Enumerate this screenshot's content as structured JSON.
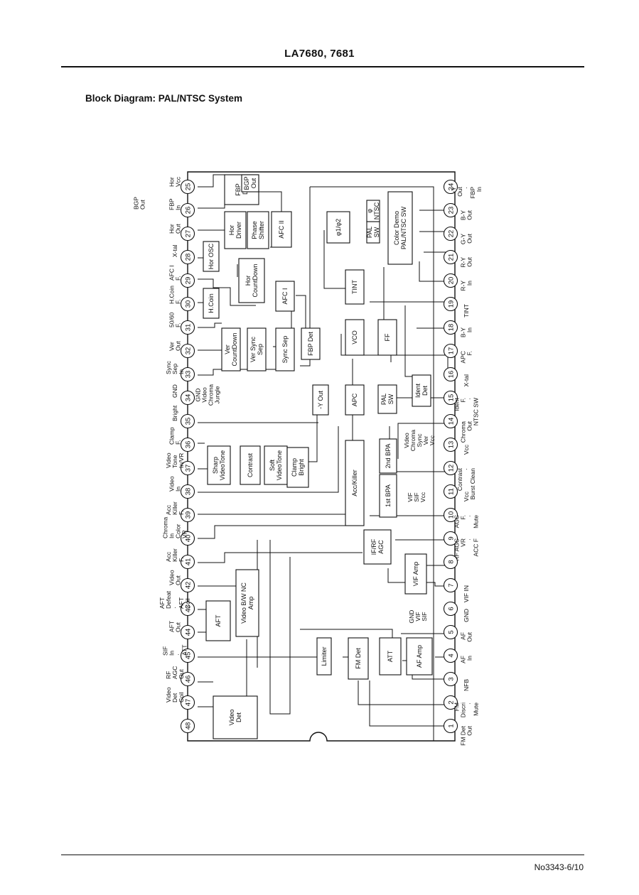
{
  "header": {
    "title": "LA7680, 7681"
  },
  "subtitle": "Block Diagram: PAL/NTSC System",
  "footer": {
    "doc_no": "No3343-6/10"
  },
  "blocks": [
    {
      "id": "fbp-det",
      "lines": [
        "FBP",
        "Det"
      ]
    },
    {
      "id": "bgp-out",
      "lines": [
        "BGP",
        "Out"
      ]
    },
    {
      "id": "hor-driver",
      "lines": [
        "Hor",
        "Driver"
      ]
    },
    {
      "id": "phase-shifter",
      "lines": [
        "Phase",
        "Shifter"
      ]
    },
    {
      "id": "afc2",
      "lines": [
        "AFC II"
      ]
    },
    {
      "id": "hor-osc",
      "lines": [
        "Hor OSC"
      ]
    },
    {
      "id": "hor-countdown",
      "lines": [
        "Hor",
        "CountDown"
      ]
    },
    {
      "id": "h-coin",
      "lines": [
        "H.Coin"
      ]
    },
    {
      "id": "afc1",
      "lines": [
        "AFC I"
      ]
    },
    {
      "id": "ver-countdown",
      "lines": [
        "Ver",
        "CountDown"
      ]
    },
    {
      "id": "ver-sync-sep",
      "lines": [
        "Ver Sync",
        "Sep"
      ]
    },
    {
      "id": "sync-sep",
      "lines": [
        "Sync Sep"
      ]
    },
    {
      "id": "fbp-det2",
      "lines": [
        "FBP Det"
      ]
    },
    {
      "id": "y-out",
      "lines": [
        "-Y Out"
      ]
    },
    {
      "id": "sharp-video-tone",
      "lines": [
        "Sharp",
        "VideoTone"
      ]
    },
    {
      "id": "contrast",
      "lines": [
        "Contrast"
      ]
    },
    {
      "id": "soft-video-tone",
      "lines": [
        "Soft",
        "VideoTone"
      ]
    },
    {
      "id": "clamp-bright",
      "lines": [
        "Clamp",
        "Bright"
      ]
    },
    {
      "id": "acc-killer",
      "lines": [
        "Acc/Killer"
      ]
    },
    {
      "id": "1st-bpa",
      "lines": [
        "1st BPA"
      ]
    },
    {
      "id": "2nd-bpa",
      "lines": [
        "2nd BPA"
      ]
    },
    {
      "id": "apc",
      "lines": [
        "APC"
      ]
    },
    {
      "id": "vco",
      "lines": [
        "VCO"
      ]
    },
    {
      "id": "tint",
      "lines": [
        "TINT"
      ]
    },
    {
      "id": "phi12",
      "lines": [
        "φ1/φ2"
      ]
    },
    {
      "id": "pal-sw-small",
      "lines": [
        "PAL",
        "SW"
      ]
    },
    {
      "id": "phi-ntsc",
      "lines": [
        "φ",
        "NTSC"
      ]
    },
    {
      "id": "color-demo",
      "lines": [
        "Color Demo",
        "PAL/NTSC SW"
      ]
    },
    {
      "id": "ff",
      "lines": [
        "FF"
      ]
    },
    {
      "id": "pal-sw",
      "lines": [
        "PAL",
        "SW"
      ]
    },
    {
      "id": "ident-det",
      "lines": [
        "Ident",
        "Det"
      ]
    },
    {
      "id": "if-rf-agc",
      "lines": [
        "IF/RF",
        "AGC"
      ]
    },
    {
      "id": "vif-amp",
      "lines": [
        "VIF Amp"
      ]
    },
    {
      "id": "video-bw-nc",
      "lines": [
        "Video B/W NC",
        "Amp"
      ]
    },
    {
      "id": "aft",
      "lines": [
        "AFT"
      ]
    },
    {
      "id": "video-det",
      "lines": [
        "Video",
        "Det"
      ]
    },
    {
      "id": "limiter",
      "lines": [
        "Limiter"
      ]
    },
    {
      "id": "fm-det",
      "lines": [
        "FM Det"
      ]
    },
    {
      "id": "att",
      "lines": [
        "ATT"
      ]
    },
    {
      "id": "af-amp",
      "lines": [
        "AF Amp"
      ]
    }
  ],
  "notes": [
    {
      "id": "gnd-jungle",
      "lines": [
        "GND",
        "Video",
        "Chroma",
        "Jungle"
      ]
    },
    {
      "id": "vcc-vsc",
      "lines": [
        "Video",
        "Chroma",
        "Sync",
        "Ver",
        "Vcc"
      ]
    },
    {
      "id": "vcc-vif-sif",
      "lines": [
        "VIF",
        "SIF",
        "Vcc"
      ]
    },
    {
      "id": "gnd-vif-sif",
      "lines": [
        "GND",
        "VIF",
        "SIF"
      ]
    }
  ],
  "pins_top": [
    {
      "n": "25",
      "lines": [
        "Hor",
        "Vcc"
      ]
    },
    {
      "n": "26",
      "lines": [
        "FBP",
        "In"
      ]
    },
    {
      "n": "27",
      "lines": [
        "Hor",
        "Out"
      ]
    },
    {
      "n": "28",
      "lines": [
        "X-tal"
      ]
    },
    {
      "n": "29",
      "lines": [
        "AFC I",
        "F."
      ]
    },
    {
      "n": "30",
      "lines": [
        "H.Coin",
        "F."
      ]
    },
    {
      "n": "31",
      "lines": [
        "50/60",
        "F."
      ]
    },
    {
      "n": "32",
      "lines": [
        "Ver",
        "Out"
      ]
    },
    {
      "n": "33",
      "lines": [
        "Sync",
        "Sep",
        "In"
      ]
    },
    {
      "n": "34",
      "lines": [
        "GND"
      ]
    },
    {
      "n": "35",
      "lines": [
        "Bright"
      ]
    },
    {
      "n": "36",
      "lines": [
        "Clamp",
        "F."
      ]
    },
    {
      "n": "37",
      "lines": [
        "Video",
        "Tone",
        "In/VR"
      ]
    },
    {
      "n": "38",
      "lines": [
        "Video",
        "In"
      ]
    },
    {
      "n": "39",
      "lines": [
        "Acc",
        "Killer",
        "F."
      ]
    },
    {
      "n": "40",
      "lines": [
        "Chroma",
        "In",
        "Color",
        "VR"
      ]
    },
    {
      "n": "41",
      "lines": [
        "Acc",
        "Killer",
        "F."
      ]
    },
    {
      "n": "42",
      "lines": [
        "Video",
        "Out"
      ]
    },
    {
      "n": "43",
      "lines": [
        "AFT",
        "Defeat",
        "·",
        "AFT",
        "Coil"
      ]
    },
    {
      "n": "44",
      "lines": [
        "AFT",
        "Out"
      ]
    },
    {
      "n": "45",
      "lines": [
        "SIF",
        "In",
        "·",
        "ATT"
      ]
    },
    {
      "n": "46",
      "lines": [
        "RF",
        "AGC",
        "Out"
      ]
    },
    {
      "n": "47",
      "lines": [
        "Video",
        "Det",
        "Coil"
      ]
    },
    {
      "n": "48",
      "lines": []
    }
  ],
  "top_extra_labels": [
    {
      "id": "bgp-out-label",
      "lines": [
        "BGP",
        "Out"
      ]
    }
  ],
  "pins_bottom": [
    {
      "n": "24",
      "lines": [
        "-Y",
        "Out",
        "·",
        "FBP",
        "In"
      ]
    },
    {
      "n": "23",
      "lines": [
        "B-Y",
        "Out"
      ]
    },
    {
      "n": "22",
      "lines": [
        "G-Y",
        "Out"
      ]
    },
    {
      "n": "21",
      "lines": [
        "R-Y",
        "Out"
      ]
    },
    {
      "n": "20",
      "lines": [
        "R-Y",
        "In"
      ]
    },
    {
      "n": "19",
      "lines": [
        "TINT"
      ]
    },
    {
      "n": "18",
      "lines": [
        "B-Y",
        "In"
      ]
    },
    {
      "n": "17",
      "lines": [
        "APC",
        "F."
      ]
    },
    {
      "n": "16",
      "lines": [
        "X-tal"
      ]
    },
    {
      "n": "15",
      "lines": [
        "Ident",
        "F.",
        "·",
        "NTSC SW"
      ]
    },
    {
      "n": "14",
      "lines": [
        "Chroma",
        "Out"
      ]
    },
    {
      "n": "13",
      "lines": [
        "Vcc"
      ]
    },
    {
      "n": "12",
      "lines": [
        "Contrast",
        "·",
        "Burst Clean"
      ]
    },
    {
      "n": "11",
      "lines": [
        "Vcc"
      ]
    },
    {
      "n": "10",
      "lines": [
        "AGC",
        "F.",
        "·",
        "Mute"
      ]
    },
    {
      "n": "9",
      "lines": [
        "RF AGC",
        "VR",
        "·",
        "ACC F"
      ]
    },
    {
      "n": "8",
      "lines": []
    },
    {
      "n": "7",
      "lines": [
        "VIF IN"
      ]
    },
    {
      "n": "6",
      "lines": [
        "GND"
      ]
    },
    {
      "n": "5",
      "lines": [
        "AF",
        "Out"
      ]
    },
    {
      "n": "4",
      "lines": [
        "AF",
        "In"
      ]
    },
    {
      "n": "3",
      "lines": [
        "NFB"
      ]
    },
    {
      "n": "2",
      "lines": [
        "FM",
        "Discri",
        "·",
        "Mute"
      ]
    },
    {
      "n": "1",
      "lines": [
        "FM Det",
        "Out"
      ]
    }
  ]
}
